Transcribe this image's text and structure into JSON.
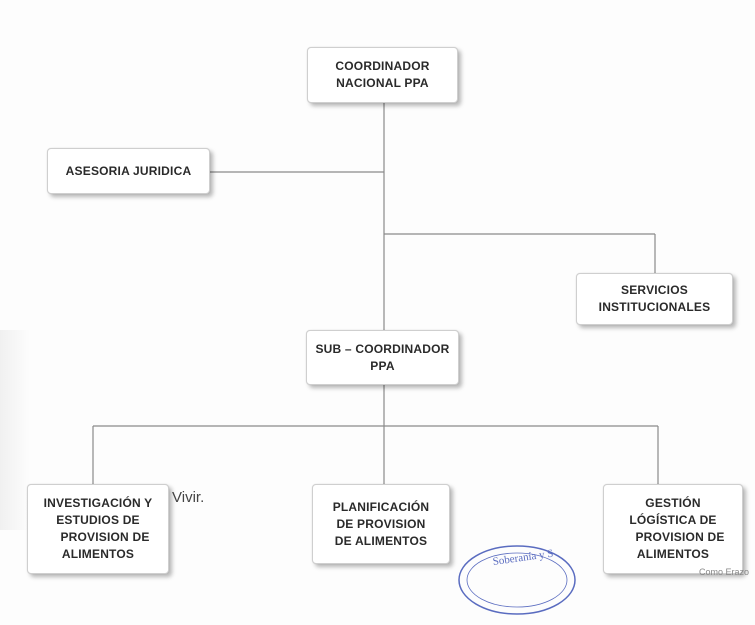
{
  "diagram": {
    "nodes": {
      "coordinador": [
        "COORDINADOR",
        "NACIONAL PPA"
      ],
      "asesoria": [
        "ASESORIA JURIDICA"
      ],
      "servicios": [
        "SERVICIOS",
        "INSTITUCIONALES"
      ],
      "subcoordinador": [
        "SUB – COORDINADOR",
        "PPA"
      ],
      "investigacion": [
        "INVESTIGACIÓN Y",
        "ESTUDIOS DE",
        "PROVISION DE",
        "ALIMENTOS"
      ],
      "planificacion": [
        "PLANIFICACIÓN",
        "DE PROVISION",
        "DE ALIMENTOS"
      ],
      "gestion": [
        "GESTIÓN",
        "LÓGÍSTICA DE",
        "PROVISION DE",
        "ALIMENTOS"
      ]
    },
    "stray_text": "Vivir.",
    "stamp_text": "Soberanía y S",
    "corner_text": "Como Erazo"
  },
  "colors": {
    "line": "#8a8a8a",
    "node_text": "#2a2a2a",
    "stamp": "#5a6cc0"
  }
}
